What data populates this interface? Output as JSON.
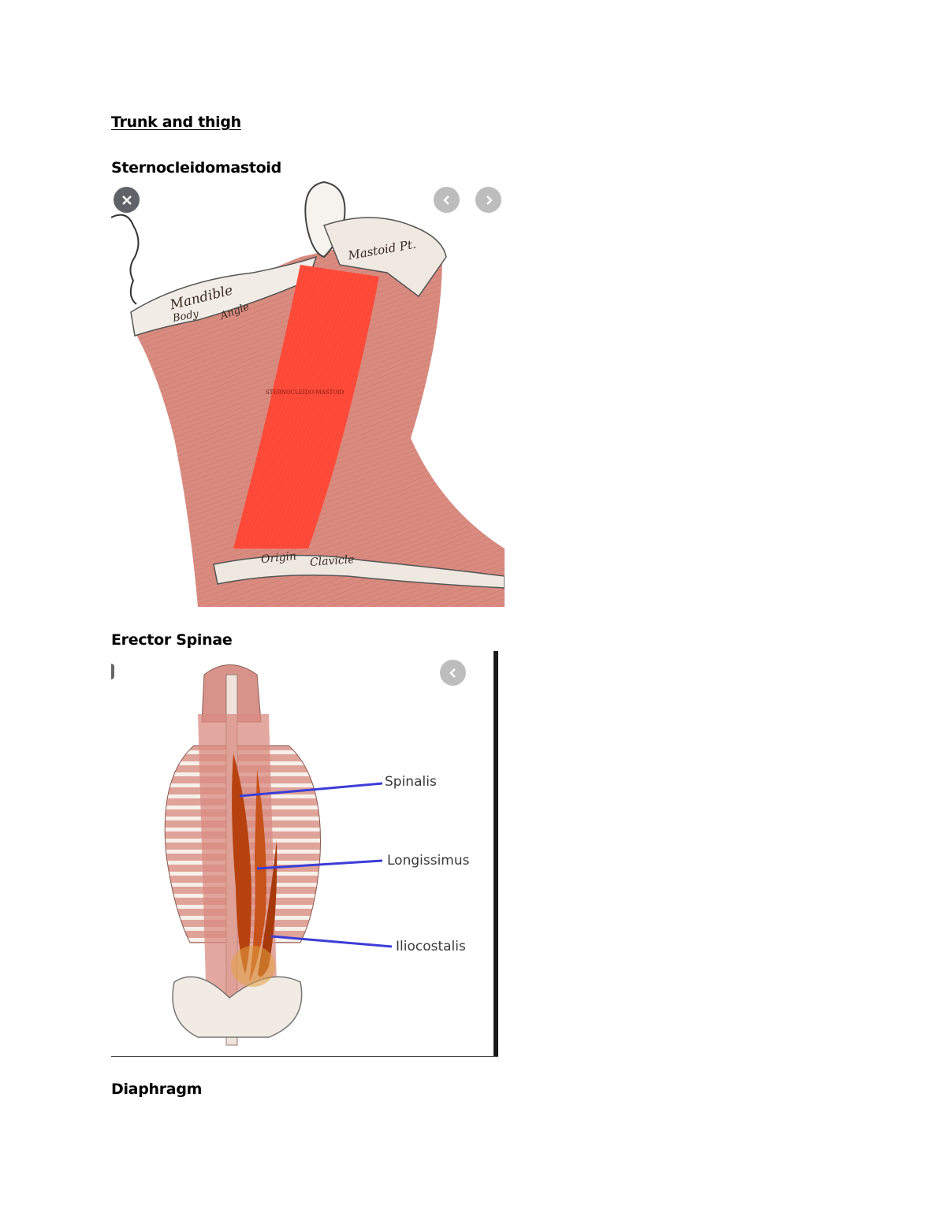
{
  "document": {
    "title": "Trunk and thigh",
    "sections": [
      {
        "heading": "Sternocleidomastoid",
        "figure": {
          "annotations": [
            "Mastoid Pt.",
            "Mandible",
            "Body",
            "Angle",
            "Origin",
            "Clavicle",
            "STERNOCLEIDO-MASTOID"
          ],
          "controls": [
            "close-icon",
            "chevron-left-icon",
            "chevron-right-icon"
          ]
        }
      },
      {
        "heading": "Erector Spinae",
        "figure": {
          "labels": [
            "Spinalis",
            "Longissimus",
            "Iliocostalis"
          ],
          "controls": [
            "chevron-left-icon"
          ]
        }
      },
      {
        "heading": "Diaphragm"
      }
    ]
  },
  "colors": {
    "muscle_highlight": "#ff4b3a",
    "muscle_base": "#d98b80",
    "erector_highlight": "#b8420f",
    "pointer_line": "#3d3dd6",
    "control_grey": "#bdbdbd",
    "close_button": "#5f6368"
  }
}
